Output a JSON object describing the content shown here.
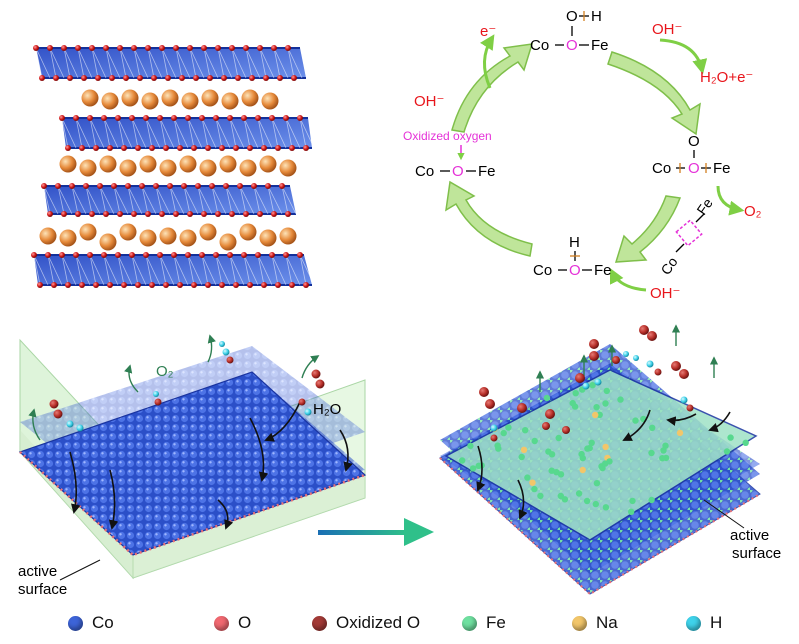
{
  "cycle": {
    "intermediate_top": {
      "atom_a": "Co",
      "atom_o": "O",
      "atom_b": "Fe",
      "h": "H"
    },
    "intermediate_right": {
      "atom_a": "Co",
      "atom_o": "O",
      "atom_b": "Fe",
      "top_o": "O"
    },
    "intermediate_bottom": {
      "atom_a": "Co",
      "atom_o": "O",
      "atom_b": "Fe",
      "h": "H"
    },
    "intermediate_left": {
      "atom_a": "Co",
      "atom_o": "O",
      "atom_b": "Fe",
      "note": "Oxidized oxygen"
    },
    "vacancy": {
      "atom_a": "Co",
      "atom_b": "Fe"
    },
    "labels": {
      "e_minus": "e⁻",
      "oh_topleft": "OH⁻",
      "oh_topright": "OH⁻",
      "h2o_e": "H₂O+e⁻",
      "o2": "O₂",
      "oh_bottom": "OH⁻"
    },
    "colors": {
      "red": "#e8151b",
      "magenta": "#e532d8",
      "green": "#7fcf45",
      "arrow_fill": "#bfe59a"
    }
  },
  "bottom": {
    "left_o2": "O₂",
    "left_h2o": "H₂O",
    "left_surface_label": "active surface",
    "right_surface_label": "active surface"
  },
  "legend": [
    {
      "label": "Co",
      "color": "#3d64d8"
    },
    {
      "label": "O",
      "color": "#f06870"
    },
    {
      "label": "Oxidized O",
      "color": "#a33a36"
    },
    {
      "label": "Fe",
      "color": "#6fe0a0"
    },
    {
      "label": "Na",
      "color": "#f2c66a"
    },
    {
      "label": "H",
      "color": "#3fd2ea"
    }
  ]
}
